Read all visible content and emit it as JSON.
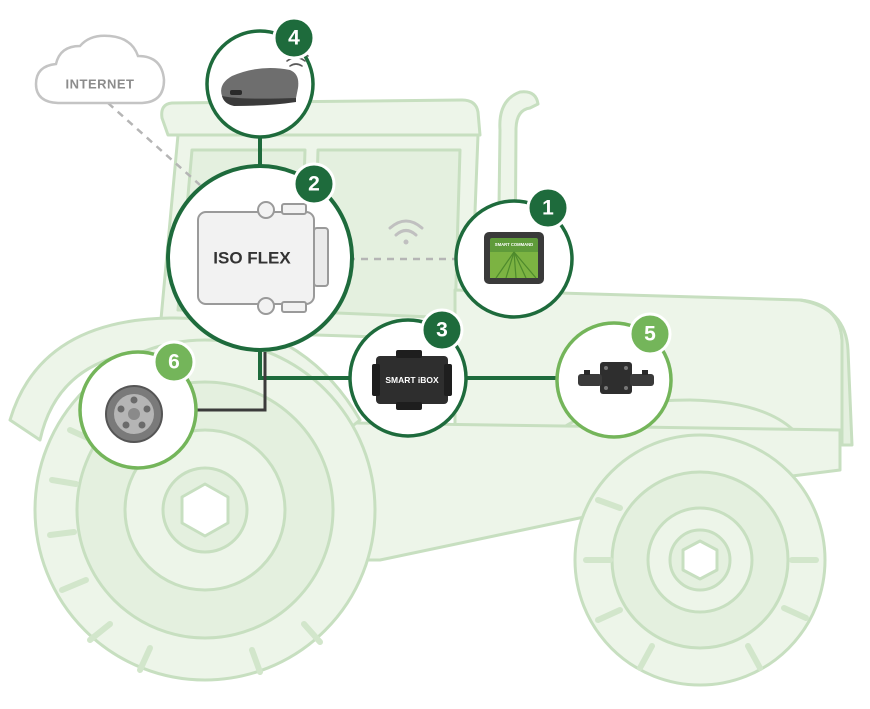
{
  "cloud": {
    "label": "INTERNET",
    "icon": "cloud-icon"
  },
  "nodes": [
    {
      "number": "1",
      "device": "smart-command-terminal",
      "screen_label": "SMART COMMAND"
    },
    {
      "number": "2",
      "device": "iso-flex-module",
      "label": "ISO FLEX"
    },
    {
      "number": "3",
      "device": "smart-ibox",
      "label": "SMART iBOX"
    },
    {
      "number": "4",
      "device": "antenna-gps-receiver"
    },
    {
      "number": "5",
      "device": "sensor-module"
    },
    {
      "number": "6",
      "device": "iso-socket-connector"
    }
  ],
  "colors": {
    "primary_green": "#1e6b3c",
    "tractor_fill": "#edf5e9",
    "tractor_stroke": "#c7dfc0",
    "wire_dark": "#3b3b3b",
    "dashed_link": "#b5b5b5",
    "cloud_outline": "#c4c4c4"
  }
}
